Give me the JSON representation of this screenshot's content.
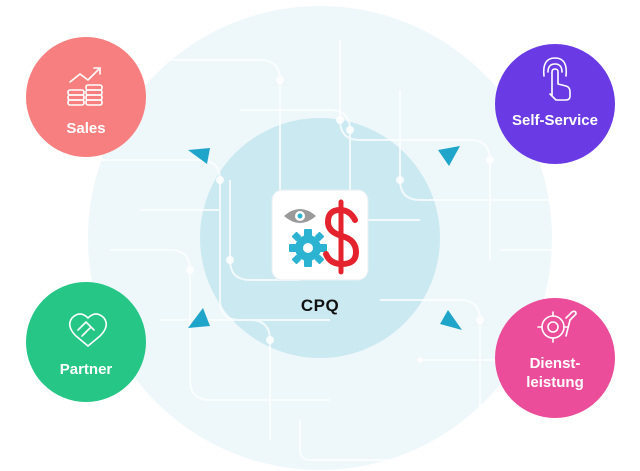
{
  "center": {
    "label": "CPQ",
    "icon": "cpq-gear-dollar-icon"
  },
  "nodes": {
    "sales": {
      "label": "Sales",
      "icon": "growth-chart-coins-icon",
      "color": "#F77F7F"
    },
    "self_service": {
      "label": "Self-Service",
      "icon": "touch-hand-icon",
      "color": "#6A3BE4"
    },
    "partner": {
      "label": "Partner",
      "icon": "handshake-icon",
      "color": "#25C686"
    },
    "dienstleistung": {
      "label_line1": "Dienst-",
      "label_line2": "leistung",
      "icon": "gear-wrench-icon",
      "color": "#EC4D9A"
    }
  },
  "colors": {
    "outer_circle": "#EEF7FA",
    "inner_circle": "#CBE9F1",
    "arrow": "#1FA5C9",
    "gear": "#2BB3D1",
    "dollar": "#E5232F",
    "eye": "#9A9A9A"
  }
}
